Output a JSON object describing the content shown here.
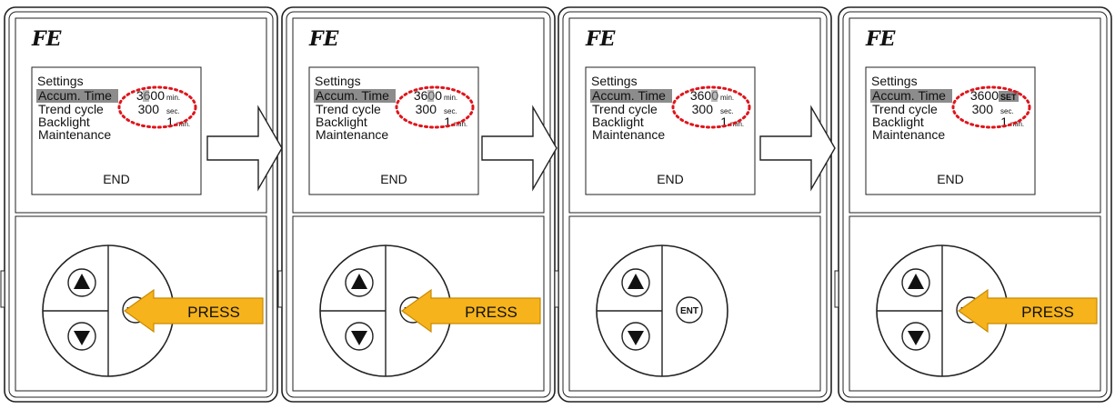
{
  "brand_logo": "FE",
  "lcd": {
    "title": "Settings",
    "rows": [
      {
        "label": "Accum. Time",
        "value": "3600",
        "unit": "min."
      },
      {
        "label": "Trend cycle",
        "value": "300",
        "unit": "sec."
      },
      {
        "label": "Backlight",
        "value": "1",
        "unit": "min."
      },
      {
        "label": "Maintenance",
        "value": "",
        "unit": ""
      }
    ],
    "end_label": "END"
  },
  "keys": {
    "up_icon": "triangle-up",
    "down_icon": "triangle-down",
    "ent_label": "ENT"
  },
  "steps": [
    {
      "accum_unit": "min.",
      "cursor_digit": "first",
      "press": "PRESS"
    },
    {
      "accum_unit": "min.",
      "cursor_digit": "second",
      "press": "PRESS"
    },
    {
      "accum_unit": "min.",
      "cursor_digit": "third",
      "press": ""
    },
    {
      "accum_unit": "SET",
      "cursor_digit": "none",
      "press": "PRESS"
    }
  ],
  "colors": {
    "highlight": "#8c8c8c",
    "dotted_circle": "#e0141b",
    "press_arrow_fill": "#f6b31b",
    "press_arrow_stroke": "#c98a00",
    "outline": "#222222"
  }
}
